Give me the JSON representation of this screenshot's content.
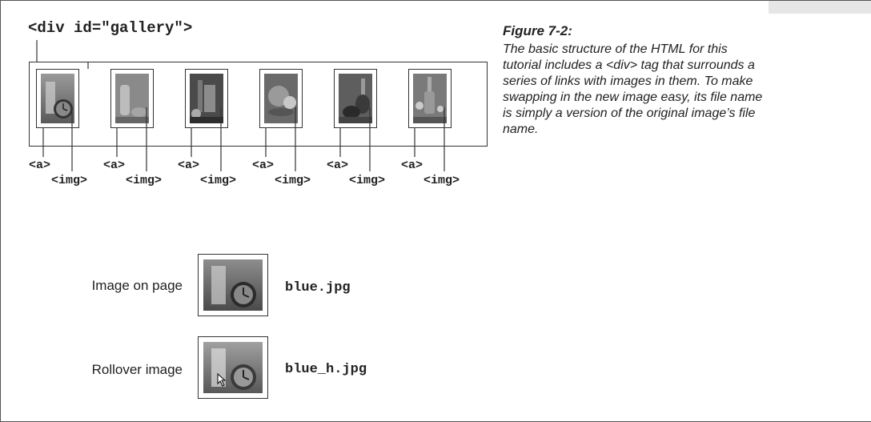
{
  "figure": {
    "title": "Figure 7-2:",
    "caption": "The basic structure of the HTML for this tutorial includes a <div> tag that surrounds a series of links with images in them. To make swapping in the new image easy, its file name is simply a version of the original image’s file name."
  },
  "diagram": {
    "div_label": "<div id=\"gallery\">",
    "a_tag": "<a>",
    "img_tag": "<img>",
    "thumbnails": [
      {
        "icon": "hourglass-clock-photo"
      },
      {
        "icon": "bottles-fruit-photo"
      },
      {
        "icon": "books-apple-photo"
      },
      {
        "icon": "fruit-bowl-photo"
      },
      {
        "icon": "teapot-bottle-photo"
      },
      {
        "icon": "bottle-flowers-photo"
      }
    ]
  },
  "rollover": {
    "rows": [
      {
        "label": "Image on page",
        "file": "blue.jpg",
        "icon": "hourglass-clock-photo"
      },
      {
        "label": "Rollover image",
        "file": "blue_h.jpg",
        "icon": "hourglass-clock-hover-photo"
      }
    ]
  }
}
